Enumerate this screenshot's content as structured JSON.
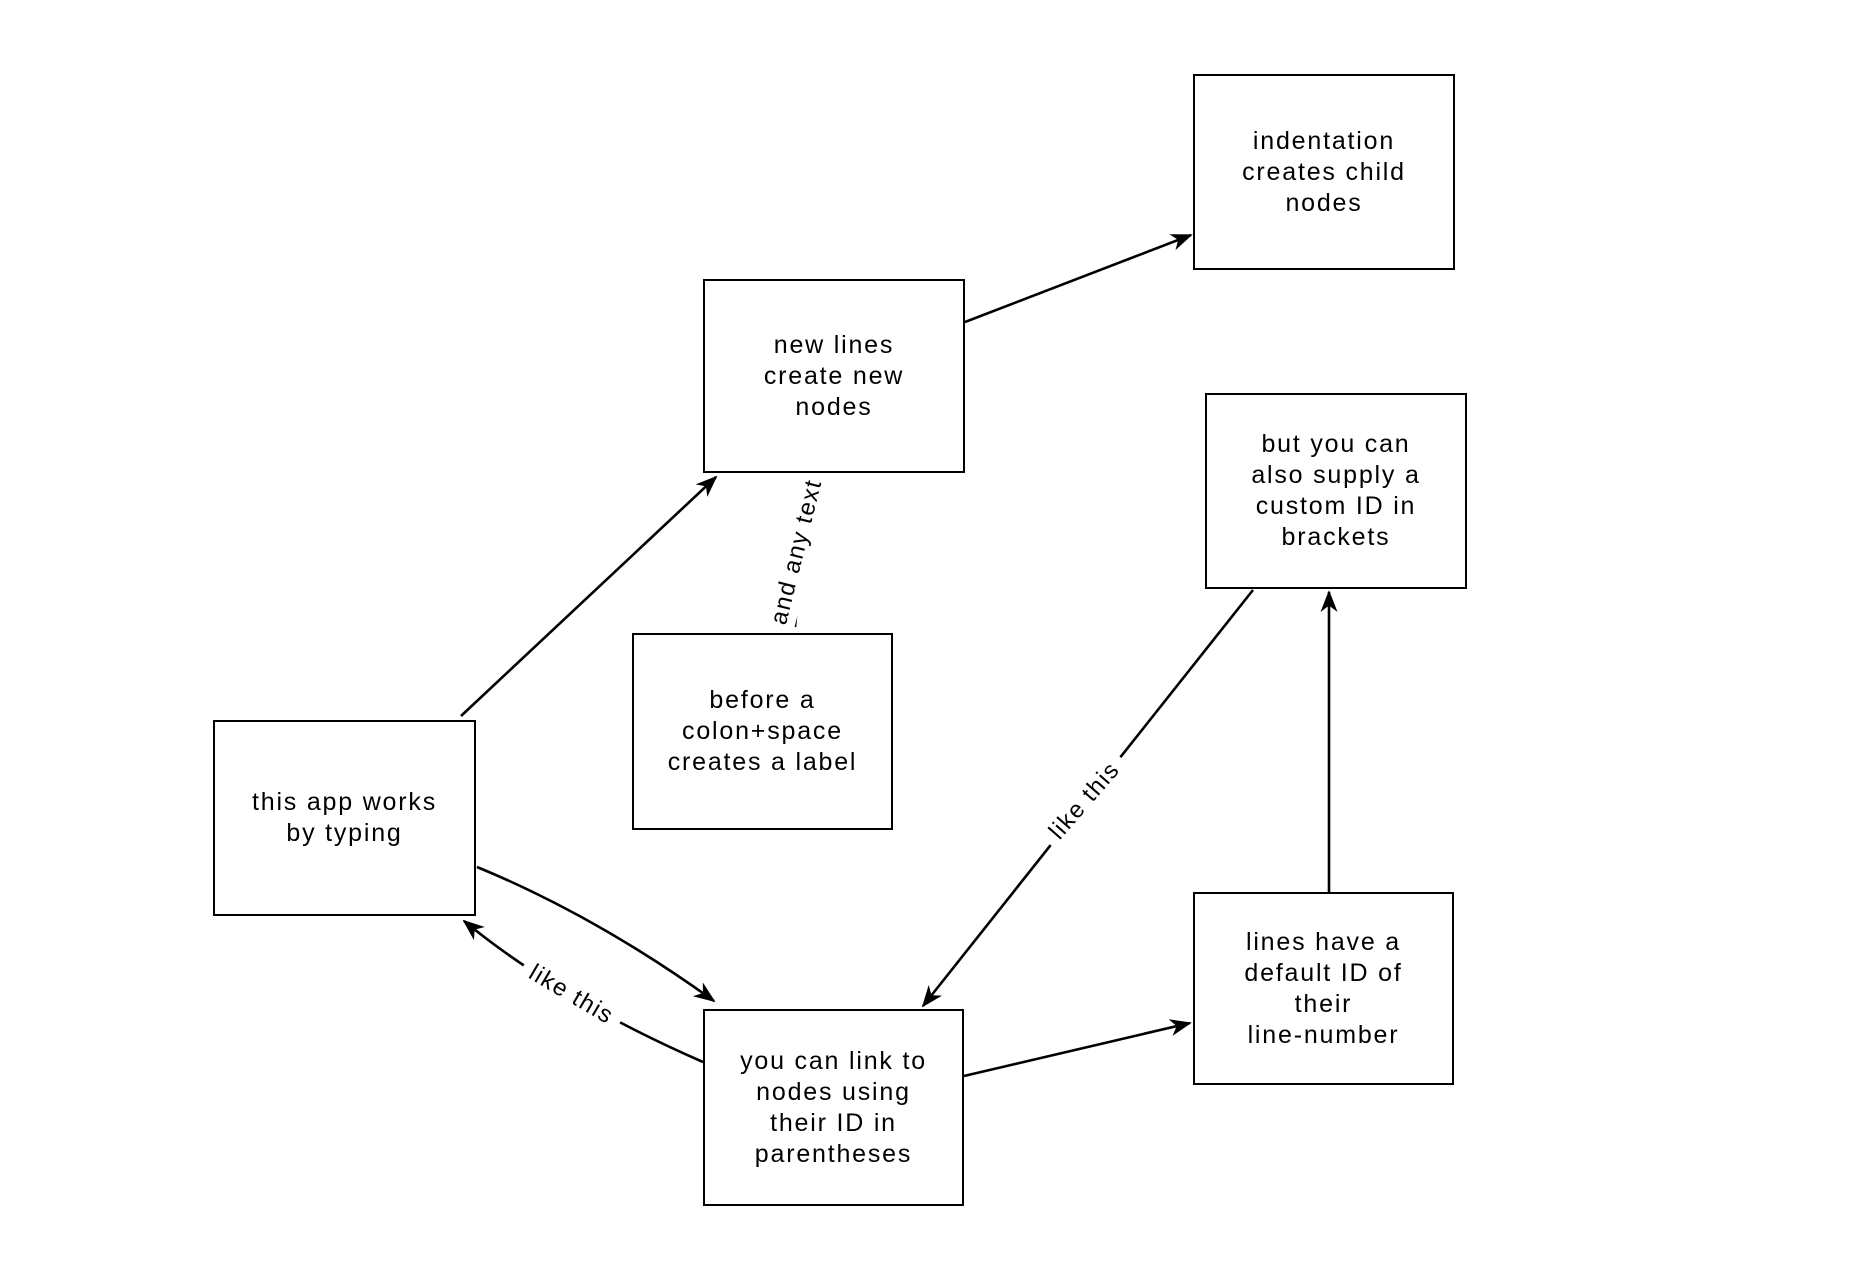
{
  "diagram": {
    "background_color": "#ffffff",
    "line_color": "#000000",
    "text_color": "#000000",
    "node_fill": "#ffffff"
  },
  "nodes": [
    {
      "id": "indentation-creates-child-nodes",
      "label": "indentation\ncreates child\nnodes"
    },
    {
      "id": "new-lines-create-new-nodes",
      "label": "new lines\ncreate new\nnodes"
    },
    {
      "id": "custom-id-in-brackets",
      "label": "but you can\nalso supply a\ncustom ID in\nbrackets"
    },
    {
      "id": "colon-space-creates-label",
      "label": "before a\ncolon+space\ncreates a label"
    },
    {
      "id": "this-app-works-by-typing",
      "label": "this app works\nby typing"
    },
    {
      "id": "default-id-line-number",
      "label": "lines have a\ndefault ID of\ntheir\nline-number"
    },
    {
      "id": "link-with-id-in-parentheses",
      "label": "you can link to\nnodes using\ntheir ID in\nparentheses"
    }
  ],
  "edges": [
    {
      "from": "this-app-works-by-typing",
      "to": "new-lines-create-new-nodes",
      "label": ""
    },
    {
      "from": "new-lines-create-new-nodes",
      "to": "indentation-creates-child-nodes",
      "label": ""
    },
    {
      "from": "colon-space-creates-label",
      "to": "new-lines-create-new-nodes",
      "label": "and any text"
    },
    {
      "from": "this-app-works-by-typing",
      "to": "link-with-id-in-parentheses",
      "label": ""
    },
    {
      "from": "link-with-id-in-parentheses",
      "to": "this-app-works-by-typing",
      "label": "like this"
    },
    {
      "from": "link-with-id-in-parentheses",
      "to": "default-id-line-number",
      "label": ""
    },
    {
      "from": "default-id-line-number",
      "to": "custom-id-in-brackets",
      "label": ""
    },
    {
      "from": "custom-id-in-brackets",
      "to": "link-with-id-in-parentheses",
      "label": "like this"
    }
  ]
}
